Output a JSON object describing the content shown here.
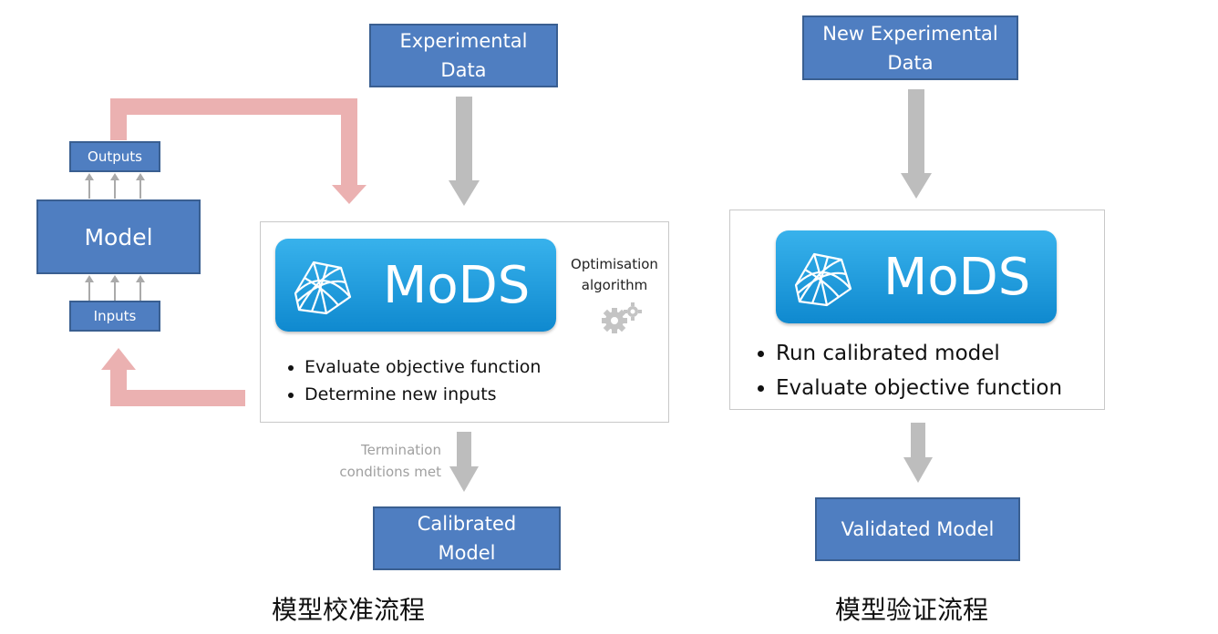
{
  "calibration": {
    "experimental_data": "Experimental\nData",
    "outputs": "Outputs",
    "model": "Model",
    "inputs": "Inputs",
    "mods_title": "MoDS",
    "optimisation": "Optimisation\nalgorithm",
    "bullets": [
      "Evaluate objective function",
      "Determine new inputs"
    ],
    "termination": "Termination\nconditions met",
    "result": "Calibrated\nModel",
    "caption": "模型校准流程"
  },
  "validation": {
    "new_experimental_data": "New Experimental\nData",
    "mods_title": "MoDS",
    "bullets": [
      "Run calibrated model",
      "Evaluate objective function"
    ],
    "result": "Validated Model",
    "caption": "模型验证流程"
  },
  "colors": {
    "box_fill": "#4f7ec1",
    "mods_blue": "#1a9ae0",
    "feedback_arrow": "#ebb1b1",
    "flow_arrow": "#bdbdbd"
  },
  "icons": [
    "mods-mesh-icon",
    "gears-icon"
  ]
}
